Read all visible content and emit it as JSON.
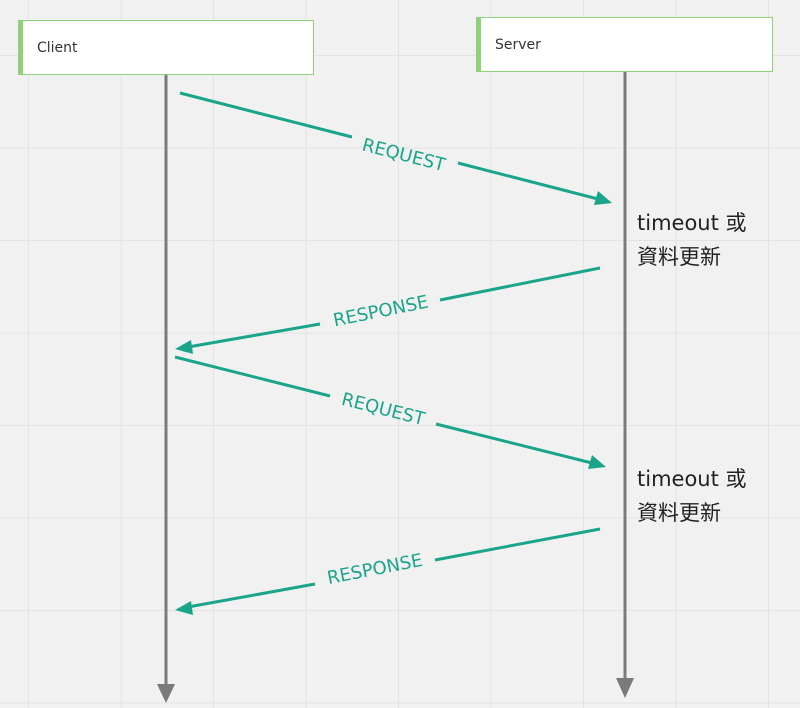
{
  "actors": {
    "client": {
      "label": "Client"
    },
    "server": {
      "label": "Server"
    }
  },
  "messages": [
    {
      "label": "REQUEST"
    },
    {
      "label": "RESPONSE"
    },
    {
      "label": "REQUEST"
    },
    {
      "label": "RESPONSE"
    }
  ],
  "notes": [
    {
      "line1": "timeout 或",
      "line2": "資料更新"
    },
    {
      "line1": "timeout 或",
      "line2": "資料更新"
    }
  ],
  "colors": {
    "arrow": "#1aa58a",
    "lifeline": "#7a7a7a",
    "actor_border": "#8fd07a"
  }
}
